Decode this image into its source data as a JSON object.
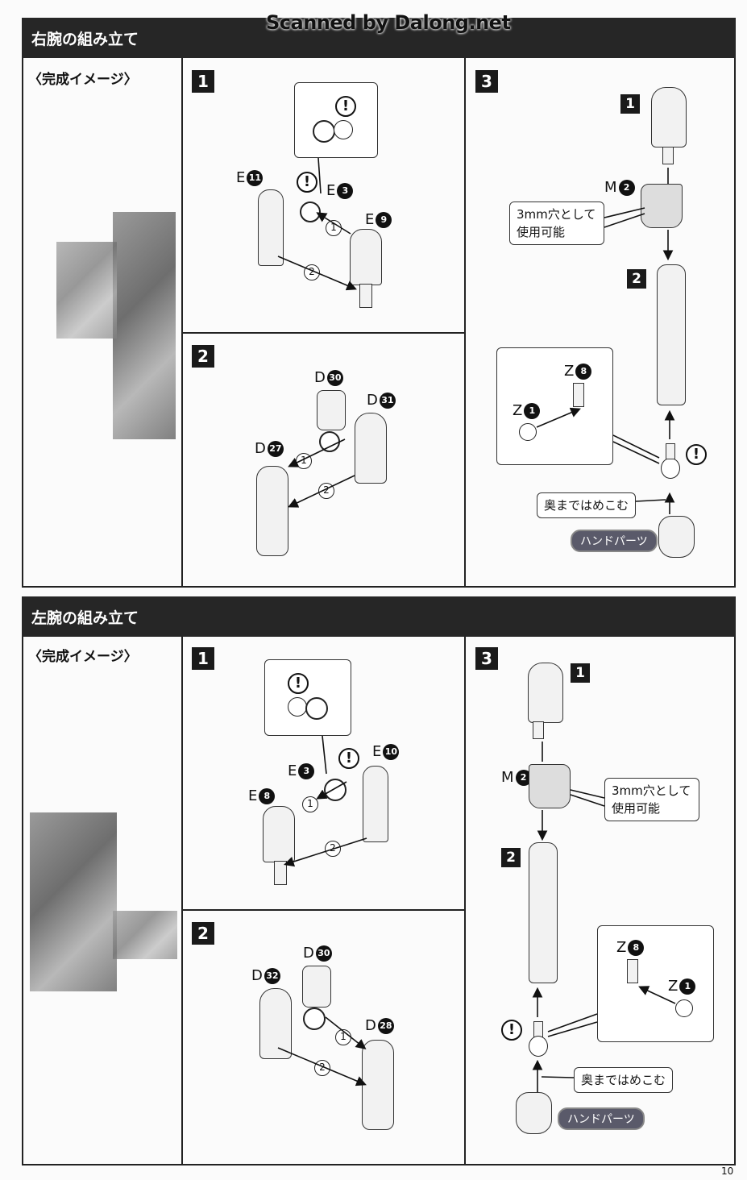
{
  "watermark": "Scanned by Dalong.net",
  "page_number": "10",
  "right_arm": {
    "title": "右腕の組み立て",
    "image_label": "〈完成イメージ〉",
    "step1": {
      "num": "1",
      "exclaim": "!",
      "parts": [
        {
          "letter": "E",
          "num": "11"
        },
        {
          "letter": "E",
          "num": "3"
        },
        {
          "letter": "E",
          "num": "9"
        }
      ],
      "order": [
        "1",
        "2"
      ]
    },
    "step2": {
      "num": "2",
      "parts": [
        {
          "letter": "D",
          "num": "30"
        },
        {
          "letter": "D",
          "num": "31"
        },
        {
          "letter": "D",
          "num": "27"
        }
      ],
      "order": [
        "1",
        "2"
      ]
    },
    "step3": {
      "num": "3",
      "ref1": "1",
      "ref2": "2",
      "exclaim": "!",
      "parts": [
        {
          "letter": "M",
          "num": "2"
        },
        {
          "letter": "Z",
          "num": "8"
        },
        {
          "letter": "Z",
          "num": "1"
        }
      ],
      "note_line1": "3mm穴として",
      "note_line2": "使用可能",
      "push_note": "奥まではめこむ",
      "hand_badge": "ハンドパーツ"
    }
  },
  "left_arm": {
    "title": "左腕の組み立て",
    "image_label": "〈完成イメージ〉",
    "step1": {
      "num": "1",
      "exclaim": "!",
      "parts": [
        {
          "letter": "E",
          "num": "3"
        },
        {
          "letter": "E",
          "num": "10"
        },
        {
          "letter": "E",
          "num": "8"
        }
      ],
      "order": [
        "1",
        "2"
      ]
    },
    "step2": {
      "num": "2",
      "parts": [
        {
          "letter": "D",
          "num": "30"
        },
        {
          "letter": "D",
          "num": "32"
        },
        {
          "letter": "D",
          "num": "28"
        }
      ],
      "order": [
        "1",
        "2"
      ]
    },
    "step3": {
      "num": "3",
      "ref1": "1",
      "ref2": "2",
      "exclaim": "!",
      "parts": [
        {
          "letter": "M",
          "num": "2"
        },
        {
          "letter": "Z",
          "num": "8"
        },
        {
          "letter": "Z",
          "num": "1"
        }
      ],
      "note_line1": "3mm穴として",
      "note_line2": "使用可能",
      "push_note": "奥まではめこむ",
      "hand_badge": "ハンドパーツ"
    }
  }
}
